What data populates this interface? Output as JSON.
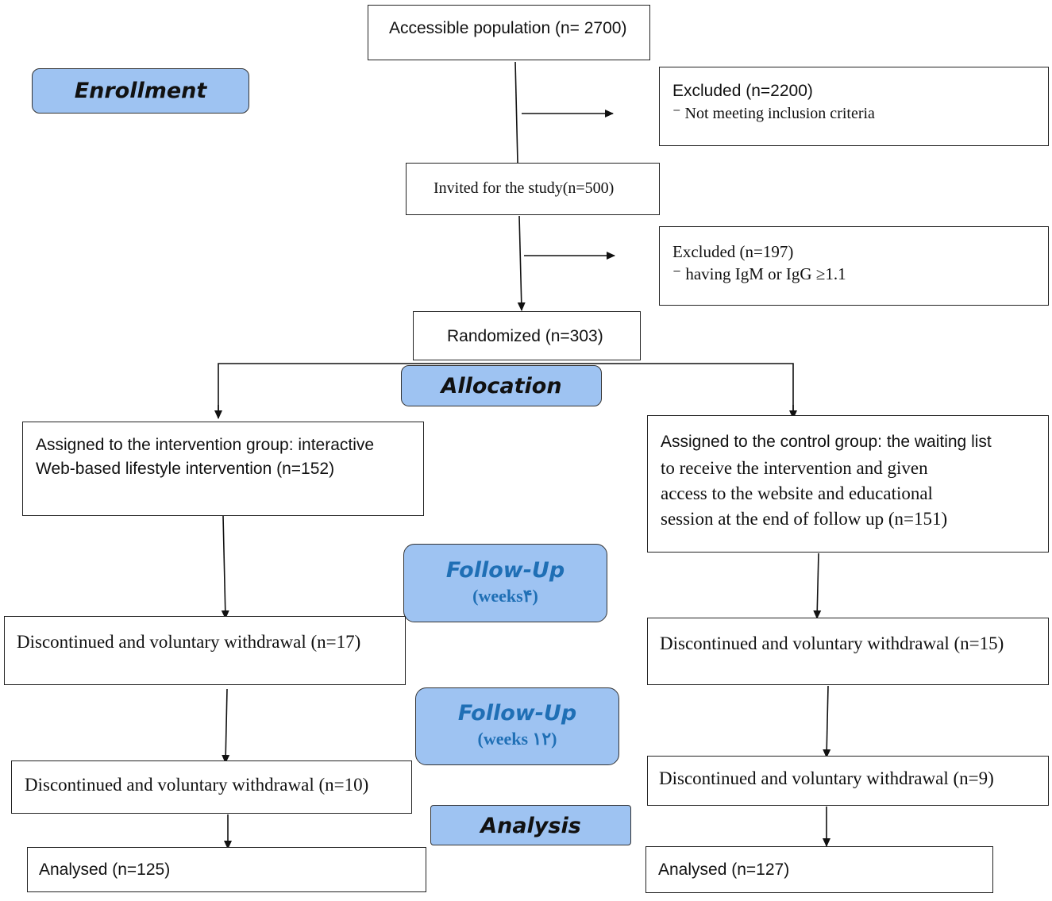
{
  "stages": {
    "enrollment": "Enrollment",
    "allocation": "Allocation",
    "followup1_title": "Follow-Up",
    "followup1_sub": "(weeks۴)",
    "followup2_title": "Follow-Up",
    "followup2_sub": "(weeks ۱۲)",
    "analysis": "Analysis"
  },
  "boxes": {
    "accessible": "Accessible population  (n= 2700)",
    "excluded1_title": "Excluded (n=2200)",
    "excluded1_reason": "⁻  Not meeting  inclusion criteria",
    "invited": "Invited for the study(n=500)",
    "excluded2_title": "Excluded  (n=197)",
    "excluded2_reason": "⁻ having IgM or IgG ≥1.1",
    "randomized": "Randomized  (n=303)",
    "intervention_line1": "Assigned to the intervention  group:  interactive",
    "intervention_line2": "Web-based lifestyle intervention  (n=152)",
    "control_line1": "Assigned to the control group:  the waiting  list",
    "control_line2": "to receive  the intervention  and given",
    "control_line3": "access to the website  and educational",
    "control_line4": "session  at the end of follow  up (n=151)",
    "left_withdraw1": "Discontinued  and voluntary  withdrawal (n=17)",
    "right_withdraw1": "Discontinued  and voluntary  withdrawal (n=15)",
    "left_withdraw2": "Discontinued  and voluntary  withdrawal (n=10)",
    "right_withdraw2": "Discontinued  and voluntary  withdrawal (n=9)",
    "left_analysed": "Analysed   (n=125)",
    "right_analysed": "Analysed   (n=127)"
  }
}
